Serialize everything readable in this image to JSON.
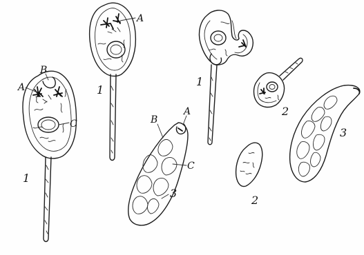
{
  "labels": {
    "left_cell": {
      "a": "A",
      "b": "B",
      "c": "C",
      "stage": "1"
    },
    "top_cell": {
      "a": "A",
      "stage": "1"
    },
    "curved_cell": {
      "stage": "1"
    },
    "small_tailed_cell": {
      "stage": "2"
    },
    "small_oval_cell": {
      "stage": "2"
    },
    "center_sac": {
      "a": "A",
      "b": "B",
      "c": "C",
      "stage": "3"
    },
    "right_sac": {
      "stage": "3"
    }
  }
}
